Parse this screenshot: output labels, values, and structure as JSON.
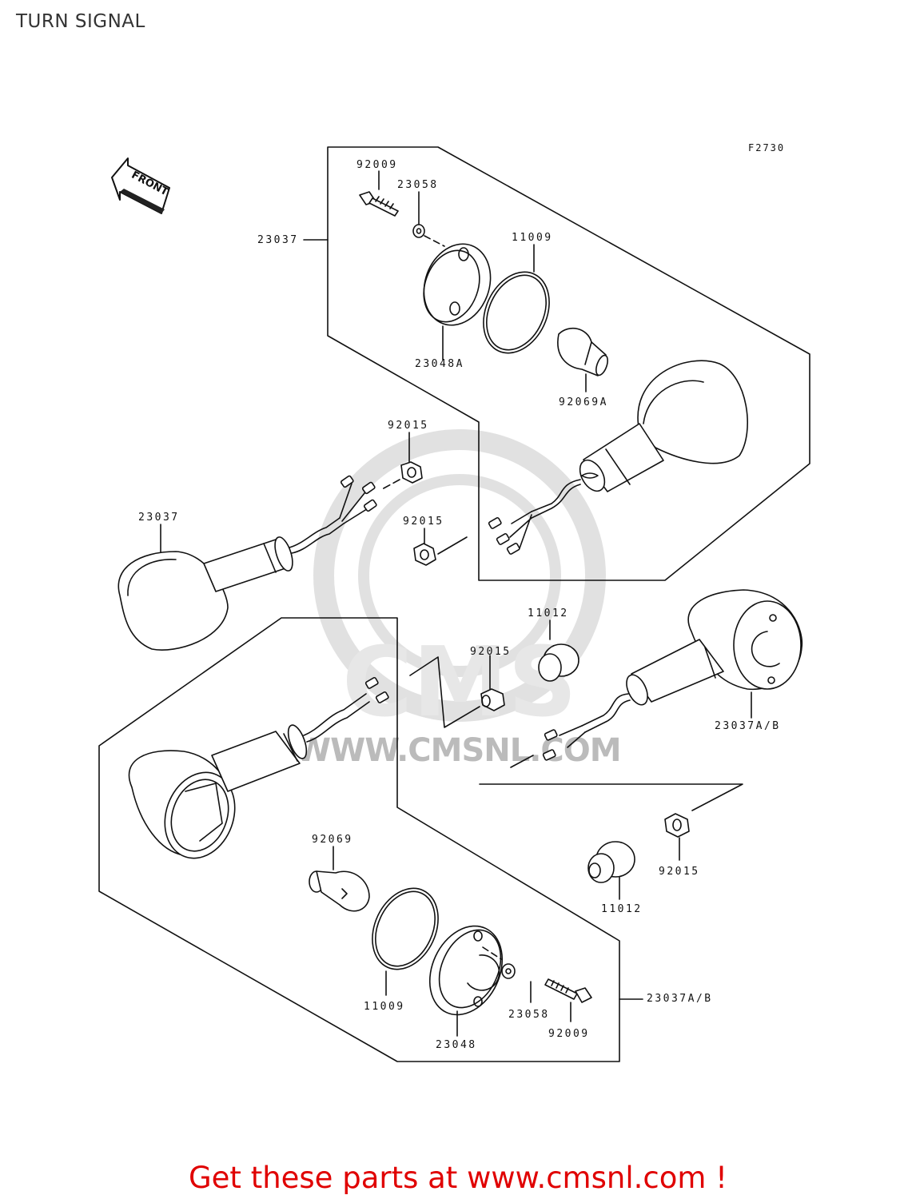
{
  "page": {
    "title": "TURN SIGNAL"
  },
  "figure_code": "F2730",
  "front_arrow_label": "FRONT",
  "part_labels": {
    "top_bolt": "92009",
    "top_washer": "23058",
    "top_assy": "23037",
    "top_ring": "11009",
    "top_lens": "23048A",
    "top_bulb": "92069A",
    "nut_upper": "92015",
    "left_assy": "23037",
    "nut_mid": "92015",
    "damper_upper": "11012",
    "nut_center": "92015",
    "right_assy": "23037A/B",
    "nut_right": "92015",
    "damper_lower": "11012",
    "bottom_bulb": "92069",
    "bottom_ring": "11009",
    "bottom_washer": "23058",
    "bottom_assy": "23037A/B",
    "bottom_lens": "23048",
    "bottom_bolt": "92009"
  },
  "watermark": {
    "brand": "CMS",
    "url": "WWW.CMSNL.COM"
  },
  "footer": {
    "text": "Get these parts at www.cmsnl.com !",
    "color": "#e00000"
  }
}
